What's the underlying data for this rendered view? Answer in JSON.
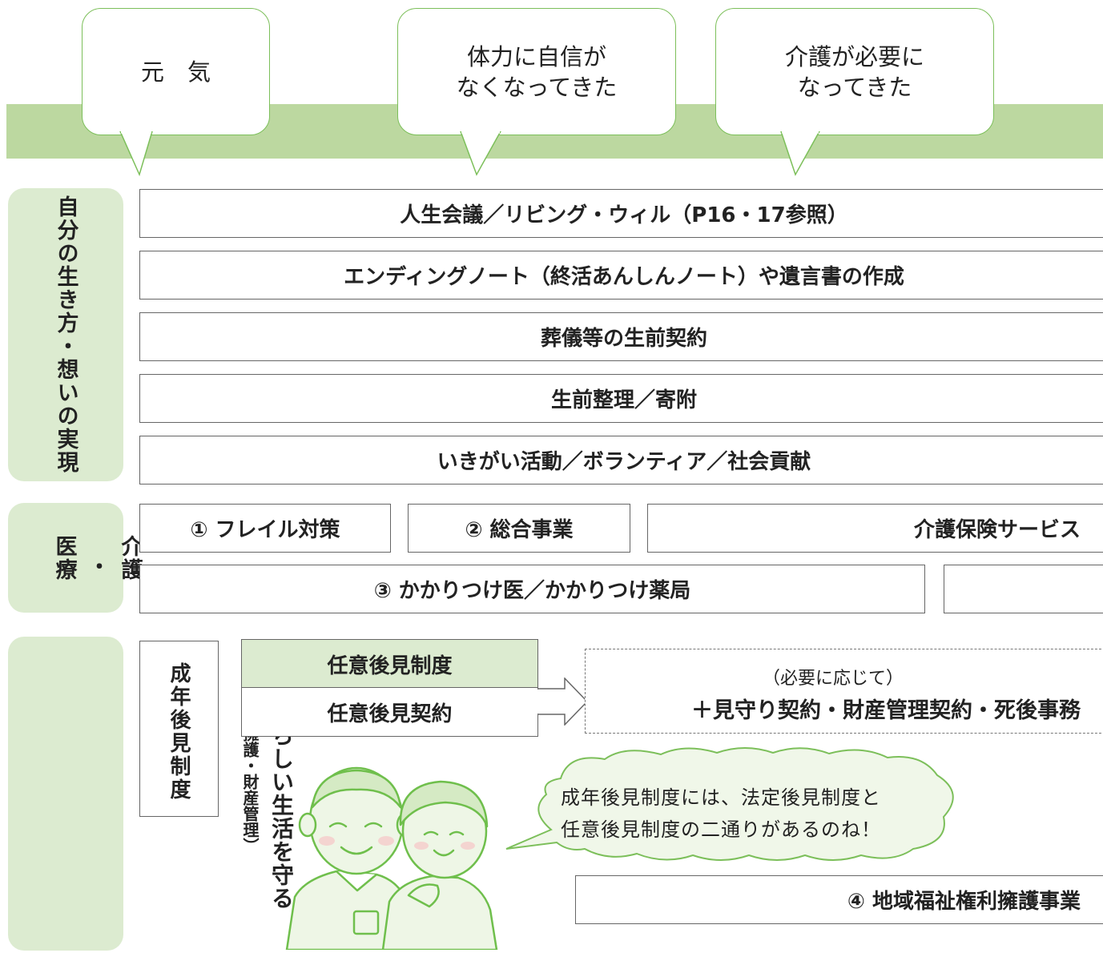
{
  "stages": {
    "healthy": "元　気",
    "declining": "体力に自信が\nなくなってきた",
    "needs_care": "介護が必要に\nなってきた"
  },
  "categories": {
    "life": "自分の生き方・想いの実現",
    "medical_col1": "介護",
    "medical_dot": "・",
    "medical_col2": "医療",
    "rights_main": "自分らしい生活を守る",
    "rights_sub": "（権利擁護・財産管理）"
  },
  "life_items": [
    "人生会議／リビング・ウィル（P16・17参照）",
    "エンディングノート（終活あんしんノート）や遺言書の作成",
    "葬儀等の生前契約",
    "生前整理／寄附",
    "いきがい活動／ボランティア／社会貢献"
  ],
  "medical_items": {
    "frail": "① フレイル対策",
    "general": "② 総合事業",
    "care_insurance": "介護保険サービス",
    "family_doctor": "③ かかりつけ医／かかりつけ薬局"
  },
  "rights_items": {
    "guardianship": "成年後見制度",
    "voluntary_system": "任意後見制度",
    "voluntary_contract": "任意後見契約",
    "as_needed": "（必要に応じて）",
    "extra_contracts": "＋見守り契約・財産管理契約・死後事務",
    "speech": "成年後見制度には、法定後見制度と\n任意後見制度の二通りがあるのね！",
    "regional": "④ 地域福祉権利擁護事業"
  },
  "colors": {
    "green_band": "#bcd8a0",
    "green_side": "#dcebd0",
    "green_line": "#7cbf5a",
    "green_fill": "#dcebd0"
  }
}
